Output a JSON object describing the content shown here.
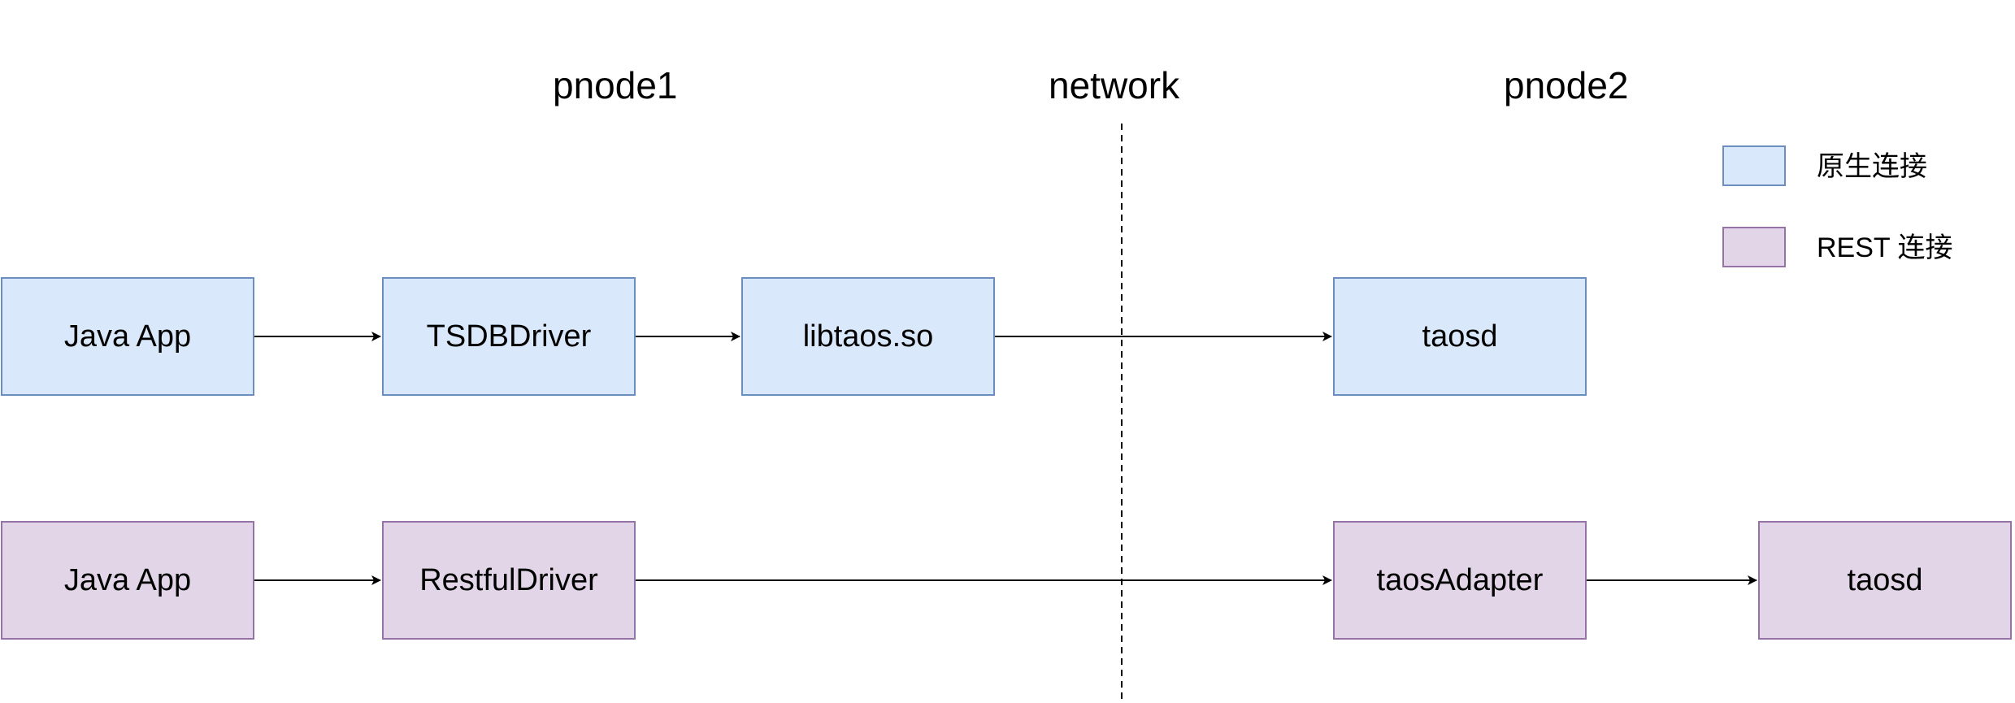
{
  "headers": {
    "pnode1": "pnode1",
    "network": "network",
    "pnode2": "pnode2"
  },
  "nodes": {
    "java_app_native": "Java App",
    "tsdbdriver": "TSDBDriver",
    "libtaos": "libtaos.so",
    "taosd_native": "taosd",
    "java_app_rest": "Java App",
    "restfuldriver": "RestfulDriver",
    "taosadapter": "taosAdapter",
    "taosd_rest": "taosd"
  },
  "legend": {
    "native_label": "原生连接",
    "rest_label": "REST 连接"
  },
  "colors": {
    "native_fill": "#dae8fc",
    "native_stroke": "#6c8ebf",
    "rest_fill": "#e1d5e7",
    "rest_stroke": "#9673a6"
  }
}
